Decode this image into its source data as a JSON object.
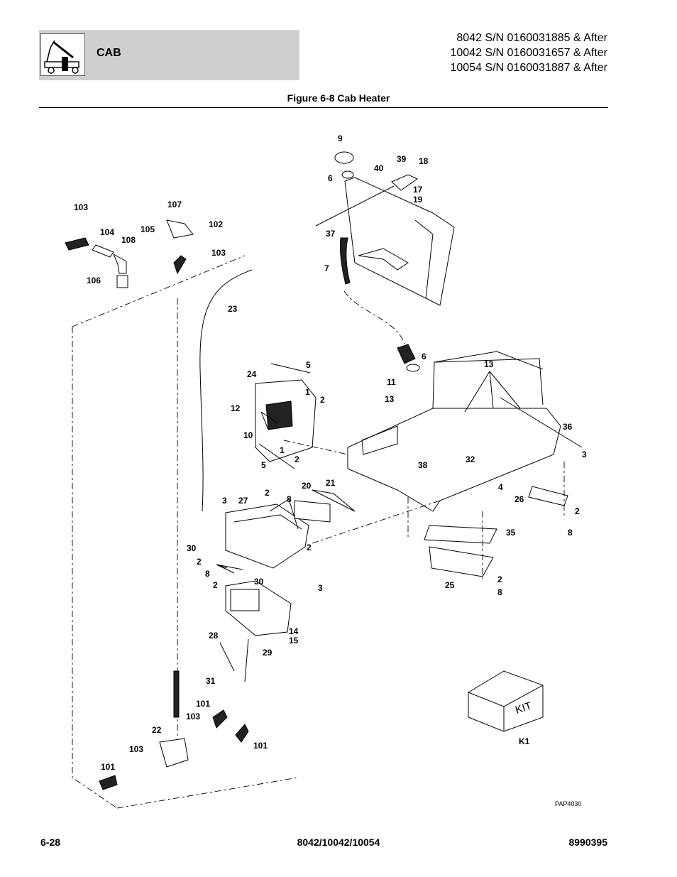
{
  "header": {
    "section": "CAB",
    "serials": [
      "8042 S/N 0160031885 & After",
      "10042 S/N 0160031657 & After",
      "10054 S/N 0160031887 & After"
    ],
    "icon": "telehandler-machine-icon"
  },
  "figure": {
    "title": "Figure 6-8 Cab Heater",
    "drawing_id": "PAP4030",
    "kit_label": "KIT",
    "callouts": [
      "9",
      "40",
      "39",
      "18",
      "6",
      "17",
      "19",
      "103",
      "107",
      "102",
      "104",
      "105",
      "108",
      "103",
      "37",
      "106",
      "7",
      "23",
      "5",
      "24",
      "6",
      "1",
      "2",
      "11",
      "13",
      "13",
      "36",
      "12",
      "10",
      "3",
      "1",
      "2",
      "5",
      "38",
      "32",
      "4",
      "21",
      "20",
      "3",
      "27",
      "2",
      "8",
      "26",
      "2",
      "8",
      "30",
      "2",
      "35",
      "2",
      "8",
      "2",
      "30",
      "3",
      "25",
      "2",
      "8",
      "14",
      "15",
      "28",
      "29",
      "31",
      "101",
      "103",
      "22",
      "101",
      "103",
      "101",
      "K1"
    ]
  },
  "footer": {
    "page": "6-28",
    "models": "8042/10042/10054",
    "doc_number": "8990395"
  }
}
